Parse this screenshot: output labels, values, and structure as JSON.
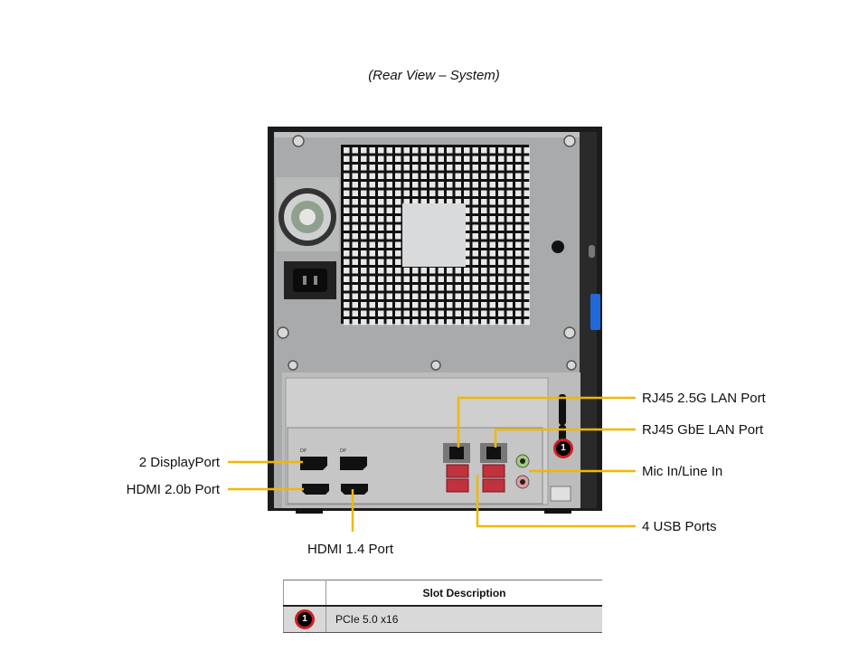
{
  "title": "(Rear View – System)",
  "callouts": {
    "rj45_25g": "RJ45 2.5G LAN Port",
    "rj45_gbe": "RJ45 GbE LAN Port",
    "mic_line": "Mic In/Line  In",
    "usb": "4 USB Ports",
    "displayport": "2 DisplayPort",
    "hdmi20b": "HDMI 2.0b Port",
    "hdmi14": "HDMI 1.4 Port"
  },
  "slot_marker": "1",
  "table": {
    "header": [
      "",
      "Slot Description"
    ],
    "rows": [
      {
        "marker": "1",
        "description": "PCIe 5.0 x16"
      }
    ]
  },
  "colors": {
    "callout_line": "#f0b800",
    "chassis": "#1b1b1b",
    "panel": "#a9aaab",
    "io_shield": "#c9c9c9",
    "usb": "#c0323d",
    "badge_ring": "#d02020"
  }
}
